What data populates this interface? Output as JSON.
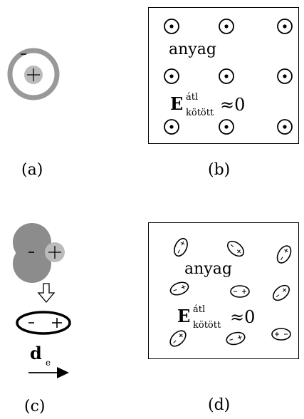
{
  "panel_a": {
    "minus_sign": "-",
    "plus_sign": "+",
    "caption": "(a)"
  },
  "panel_b": {
    "material_label": "anyag",
    "field_symbol": "E",
    "field_superscript": "átl",
    "field_subscript": "kötött",
    "field_value": "≈0",
    "caption": "(b)",
    "atom_rows": 3,
    "atom_cols": 3
  },
  "panel_c": {
    "minus_sign": "-",
    "plus_sign": "+",
    "dipole_minus": "-",
    "dipole_plus": "+",
    "vector_symbol": "d",
    "vector_subscript": "e",
    "caption": "(c)"
  },
  "panel_d": {
    "material_label": "anyag",
    "field_symbol": "E",
    "field_superscript": "átl",
    "field_subscript": "kötött",
    "field_value": "≈0",
    "caption": "(d)"
  },
  "colors": {
    "ring": "#999999",
    "nucleus": "#bbbbbb",
    "electron_cloud": "#8c8c8c",
    "ink": "#000000"
  }
}
